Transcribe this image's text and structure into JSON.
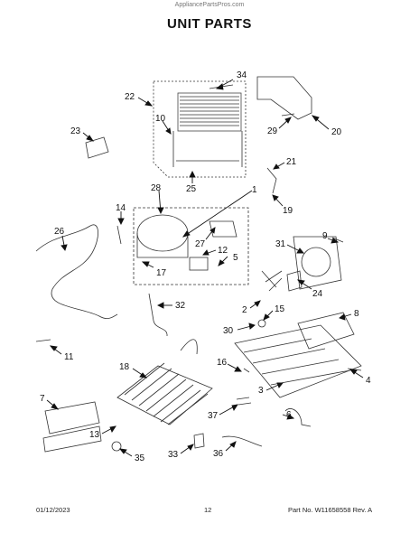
{
  "watermark": "AppliancePartsPros.com",
  "title": "UNIT PARTS",
  "callouts": [
    "34",
    "22",
    "10",
    "29",
    "20",
    "23",
    "21",
    "25",
    "19",
    "28",
    "1",
    "14",
    "26",
    "9",
    "31",
    "27",
    "12",
    "5",
    "17",
    "24",
    "32",
    "2",
    "15",
    "8",
    "30",
    "11",
    "16",
    "18",
    "4",
    "3",
    "7",
    "37",
    "6",
    "13",
    "33",
    "35",
    "36"
  ],
  "footer": {
    "date": "01/12/2023",
    "page": "12",
    "part_no": "Part No. W11658558  Rev. A"
  }
}
